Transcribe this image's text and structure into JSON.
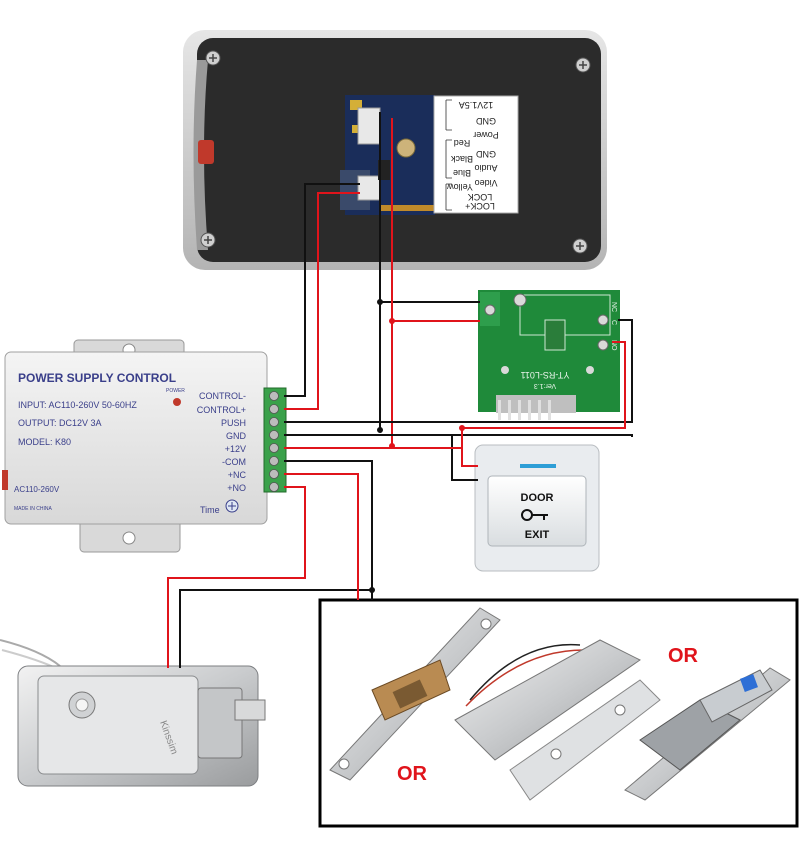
{
  "psu": {
    "title": "POWER SUPPLY CONTROL",
    "input": "INPUT: AC110-260V 50-60HZ",
    "output": "OUTPUT: DC12V 3A",
    "model": "MODEL: K80",
    "power_led": "POWER",
    "ac_label": "AC110-260V",
    "made_in": "MADE IN CHINA",
    "time_label": "Time",
    "terminals": [
      "CONTROL-",
      "CONTROL+",
      "PUSH",
      "GND",
      "+12V",
      "-COM",
      "+NC",
      "+NO"
    ]
  },
  "monitor_board": {
    "labels": [
      "12V1.5A",
      "GND",
      "Power",
      "Red",
      "GND",
      "Black",
      "Audio",
      "Blue",
      "Video",
      "Yellow",
      "LOCK",
      "LOCK+"
    ]
  },
  "relay": {
    "silk": [
      "YT-RS-L011",
      "Ver:1.3",
      "NC",
      "C",
      "NO"
    ]
  },
  "exit_button": {
    "line1": "DOOR",
    "line2": "EXIT"
  },
  "locks": {
    "or_top": "OR",
    "or_bottom": "OR"
  },
  "colors": {
    "red_wire": "#e0141b",
    "black_wire": "#111111",
    "monitor_body": "#2b2b2b",
    "pcb_green": "#1f8a3a"
  }
}
